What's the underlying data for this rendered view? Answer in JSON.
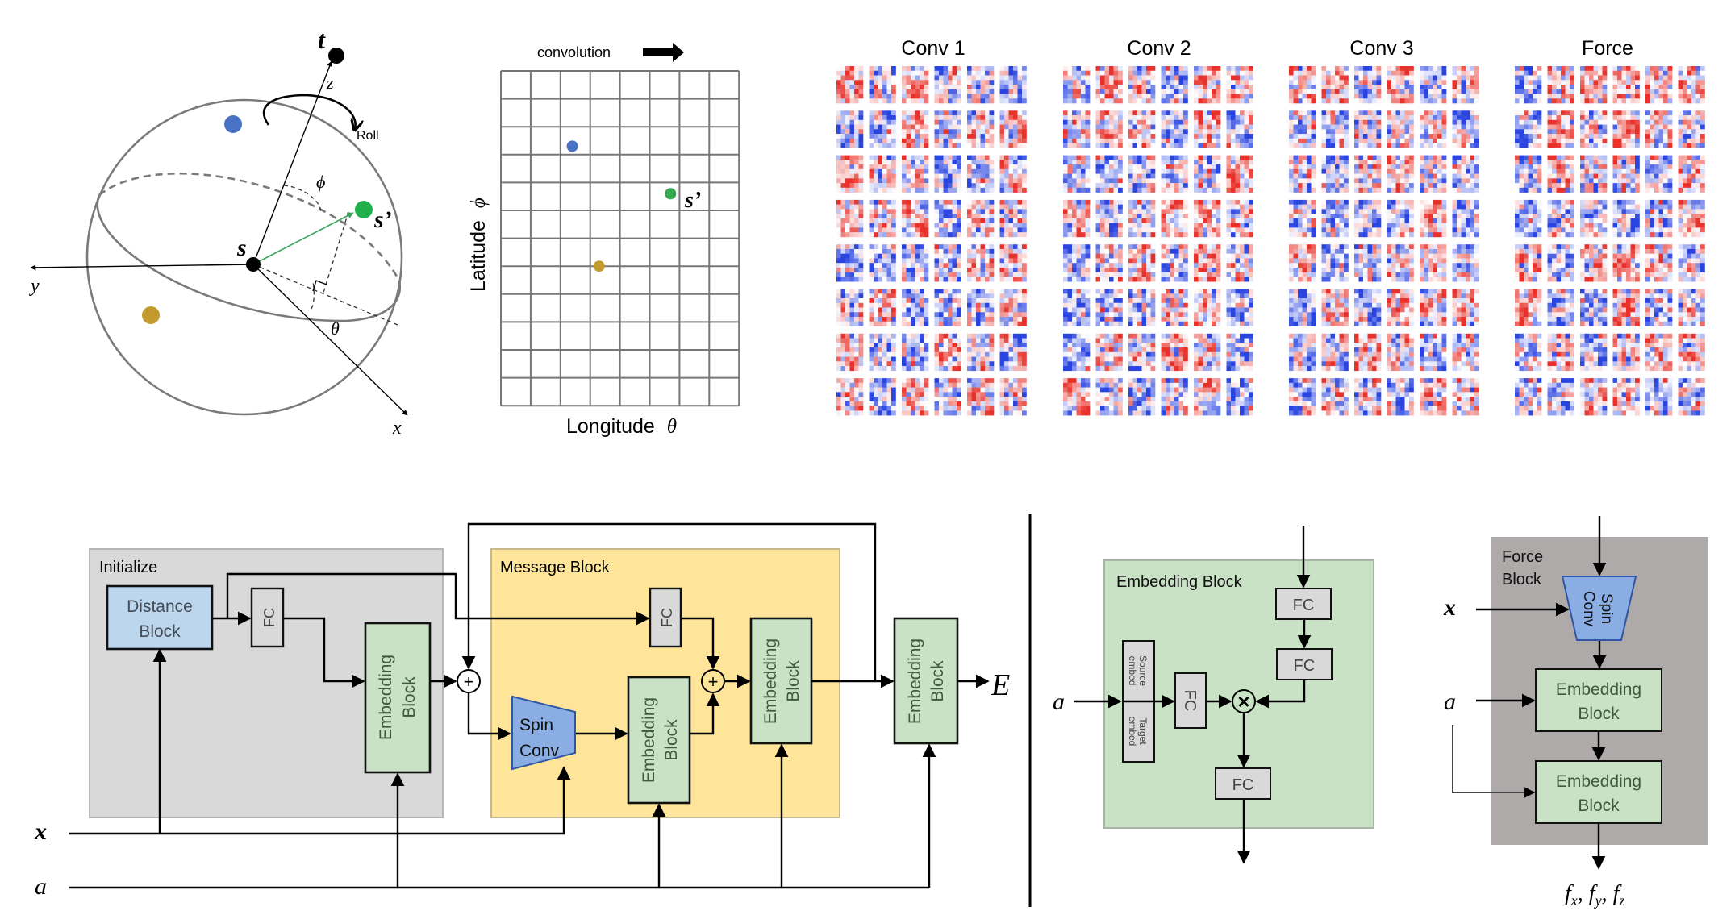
{
  "sphere": {
    "labels": {
      "t": "t",
      "z": "z",
      "y": "y",
      "x": "x",
      "s": "s",
      "s_prime": "s’",
      "phi": "ϕ",
      "theta": "θ",
      "roll": "Roll"
    },
    "dot_colors": {
      "target": "#000000",
      "source": "#000000",
      "blue": "#4a72c4",
      "green": "#1fb04b",
      "gold": "#c29a2e"
    }
  },
  "grid": {
    "top_label": "convolution",
    "x_label": "Longitude",
    "x_symbol": "θ",
    "y_label": "Latitude",
    "y_symbol": "ϕ",
    "columns": 8,
    "rows": 12,
    "points": [
      {
        "name": "blue",
        "color": "#4a72c4",
        "col": 2.4,
        "row": 2.7
      },
      {
        "name": "green",
        "color": "#36a852",
        "col": 5.7,
        "row": 4.4,
        "label": "s’"
      },
      {
        "name": "gold",
        "color": "#c29a2e",
        "col": 3.3,
        "row": 7.0
      }
    ]
  },
  "filters": {
    "panels": [
      {
        "title": "Conv 1",
        "rows": 8,
        "cols": 6
      },
      {
        "title": "Conv 2",
        "rows": 8,
        "cols": 6
      },
      {
        "title": "Conv 3",
        "rows": 8,
        "cols": 6
      },
      {
        "title": "Force",
        "rows": 8,
        "cols": 6
      }
    ],
    "colors": {
      "positive": "#e8312a",
      "negative": "#2a44e0",
      "neutral": "#ffffff"
    }
  },
  "network": {
    "initialize": {
      "title": "Initialize",
      "distance_block": [
        "Distance",
        "Block"
      ],
      "fc": "FC",
      "embedding": [
        "Embedding",
        "Block"
      ]
    },
    "message": {
      "title": "Message Block",
      "fc": "FC",
      "spin_conv": [
        "Spin",
        "Conv"
      ],
      "embedding_1": [
        "Embedding",
        "Block"
      ],
      "embedding_2": [
        "Embedding",
        "Block"
      ]
    },
    "output_embedding": [
      "Embedding",
      "Block"
    ],
    "output_label": "E",
    "inputs": {
      "x": "x",
      "a": "a"
    },
    "sum_symbol": "+"
  },
  "embedding_detail": {
    "title": "Embedding Block",
    "input": "a",
    "source_embed": [
      "Source",
      "embed"
    ],
    "target_embed": [
      "Target",
      "embed"
    ],
    "fc": "FC",
    "multiply_symbol": "×"
  },
  "force_block": {
    "title": [
      "Force",
      "Block"
    ],
    "spin_conv": [
      "Spin",
      "Conv"
    ],
    "embedding_1": [
      "Embedding",
      "Block"
    ],
    "embedding_2": [
      "Embedding",
      "Block"
    ],
    "inputs": {
      "x": "x",
      "a": "a"
    },
    "output": "fₓ, fᵧ, f_z",
    "output_parts": [
      "f",
      "x",
      "f",
      "y",
      "f",
      "z"
    ]
  },
  "colors": {
    "initialize_bg": "#d9d9d9",
    "message_bg": "#ffe599",
    "embedding_bg": "#c9e1c4",
    "force_bg": "#aeaaaa",
    "distance_bg": "#bcd6ee",
    "spin_conv_bg": "#8aaee3"
  }
}
